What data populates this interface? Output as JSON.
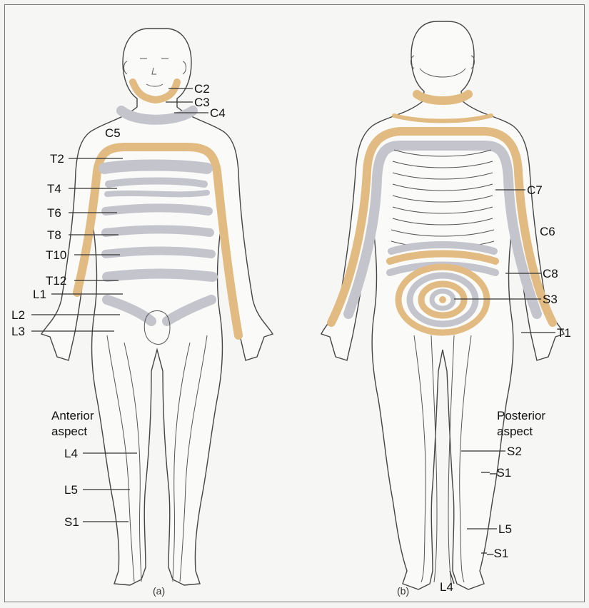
{
  "figure": {
    "colors": {
      "ochre_band": "#e2bb82",
      "grey_band": "#c4c4cc",
      "outline": "#444444",
      "background": "#f6f6f4"
    },
    "anterior": {
      "caption": "(a)",
      "aspect_line1": "Anterior",
      "aspect_line2": "aspect",
      "labels": {
        "c2": "C2",
        "c3": "C3",
        "c4": "C4",
        "c5": "C5",
        "t2": "T2",
        "t4": "T4",
        "t6": "T6",
        "t8": "T8",
        "t10": "T10",
        "t12": "T12",
        "l1": "L1",
        "l2": "L2",
        "l3": "L3",
        "l4": "L4",
        "l5": "L5",
        "s1": "S1"
      }
    },
    "posterior": {
      "caption": "(b)",
      "aspect_line1": "Posterior",
      "aspect_line2": "aspect",
      "labels": {
        "c7": "C7",
        "c6": "C6",
        "c8": "C8",
        "s3": "S3",
        "t1": "T1",
        "s2": "S2",
        "s1_upper": "–S1",
        "l5": "L5",
        "s1_lower": "–S1",
        "l4": "L4"
      }
    }
  }
}
